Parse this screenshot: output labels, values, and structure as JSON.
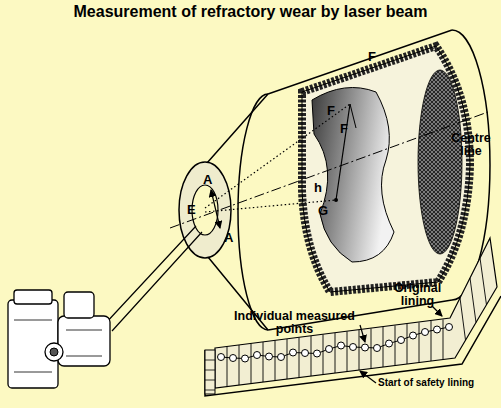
{
  "diagram": {
    "title": "Measurement of refractory wear by laser beam",
    "labels": [
      "F",
      "F",
      "F",
      "Centre line",
      "h",
      "G",
      "A",
      "E",
      "A",
      "Original lining",
      "Individual measured points",
      "Start of safety lining"
    ]
  }
}
